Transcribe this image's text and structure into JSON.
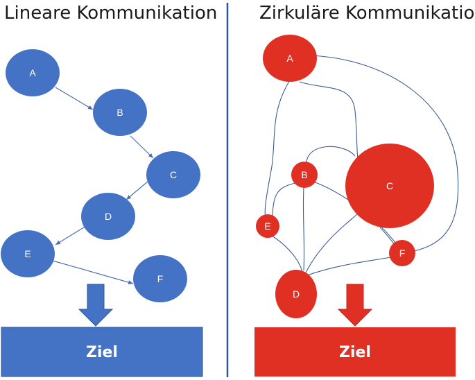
{
  "left": {
    "title": "Lineare Kommunikation",
    "goal_label": "Ziel",
    "nodes": [
      "A",
      "B",
      "C",
      "D",
      "E",
      "F"
    ]
  },
  "right": {
    "title": "Zirkuläre Kommunikation",
    "goal_label": "Ziel",
    "nodes": [
      "A",
      "B",
      "C",
      "D",
      "E",
      "F"
    ]
  },
  "colors": {
    "linear": "#4472c4",
    "circular": "#e03024",
    "edge": "#2f5597",
    "divider": "#2f5597"
  }
}
